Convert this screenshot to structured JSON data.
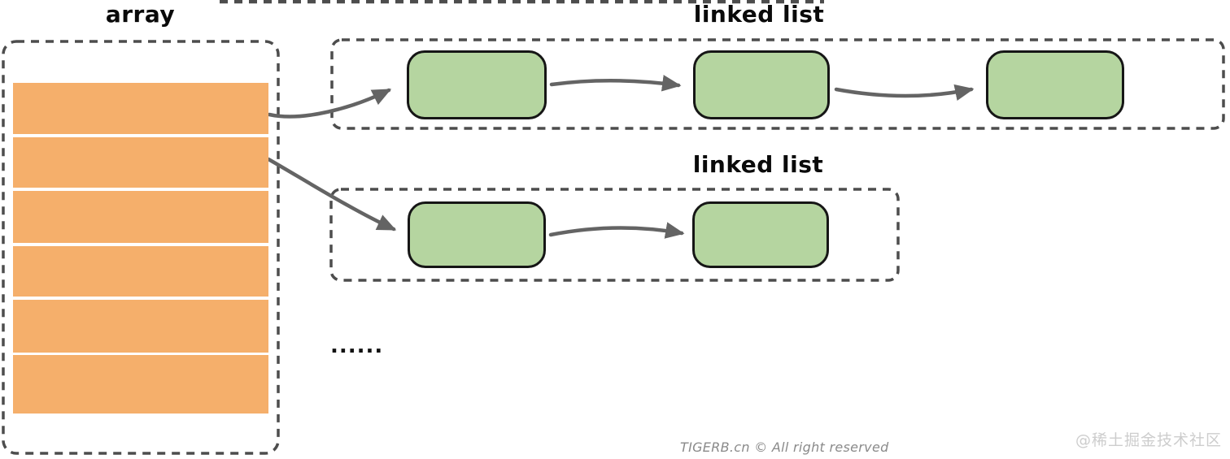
{
  "diagram": {
    "title_hint": "hash table: array of buckets pointing to linked lists",
    "array": {
      "label": "array",
      "cell_count": 6
    },
    "linked_list_top": {
      "label": "linked list",
      "node_count": 3
    },
    "linked_list_middle": {
      "label": "linked list",
      "node_count": 2
    },
    "ellipsis": "......",
    "footer": {
      "credit": "TIGERB.cn © All right reserved"
    },
    "watermark": {
      "text": "@稀土掘金技术社区"
    },
    "colors": {
      "array_cell_fill": "#F5AF6B",
      "node_fill": "#B5D5A0",
      "node_border": "#161616",
      "dashed_border": "#4d4d4d",
      "arrow": "#646464",
      "label_text": "#0a0a0a",
      "footer_text": "#8a8a8a",
      "watermark_text": "#cdcdcd"
    }
  }
}
